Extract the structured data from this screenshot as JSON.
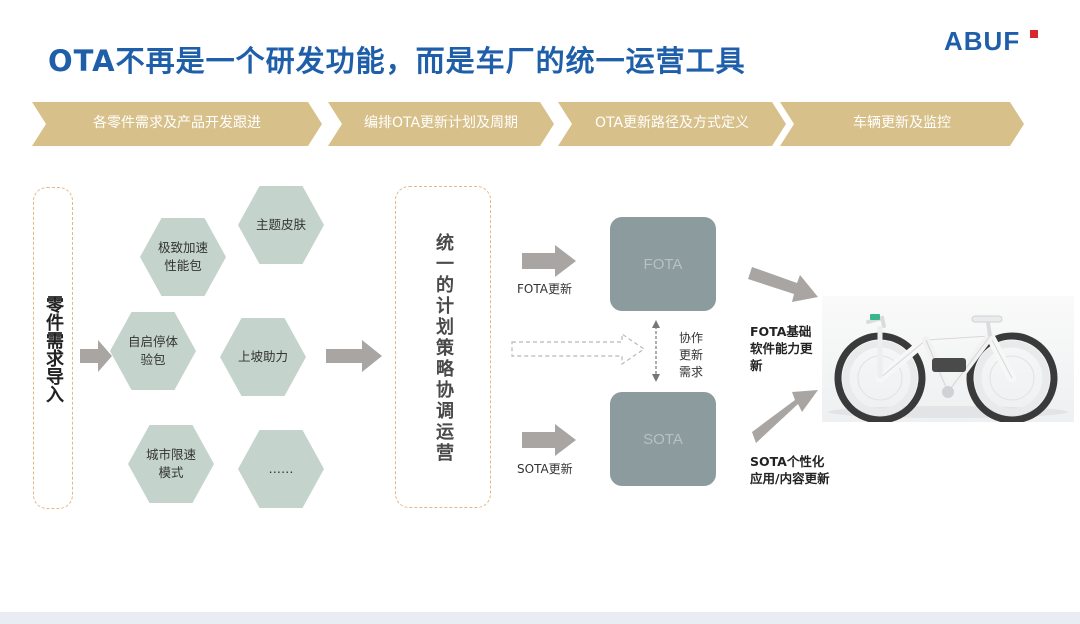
{
  "title": "OTA不再是一个研发功能，而是车厂的统一运营工具",
  "logo": "ABUF",
  "process_steps": [
    "各零件需求及产品开发跟进",
    "编排OTA更新计划及周期",
    "OTA更新路径及方式定义",
    "车辆更新及监控"
  ],
  "input_box_label": "零件需求导入",
  "features": [
    "主题皮肤",
    "极致加速\n性能包",
    "自启停体\n验包",
    "上坡助力",
    "城市限速\n模式",
    "……"
  ],
  "strategy_label": "统一的计划策略协调运营",
  "fota_arrow_label": "FOTA更新",
  "sota_arrow_label": "SOTA更新",
  "fota_block": "FOTA",
  "sota_block": "SOTA",
  "coordination_label": "协作\n更新\n需求",
  "fota_result": "FOTA基础\n软件能力更\n新",
  "sota_result": "SOTA个性化\n应用/内容更新",
  "colors": {
    "title": "#1f5fa9",
    "process_bar": "#d8c08a",
    "hexagon": "#c4d4cd",
    "block": "#8c9b9e",
    "arrow": "#a9a5a3",
    "dashed_border": "#e3b788",
    "logo_accent": "#d8272d"
  }
}
